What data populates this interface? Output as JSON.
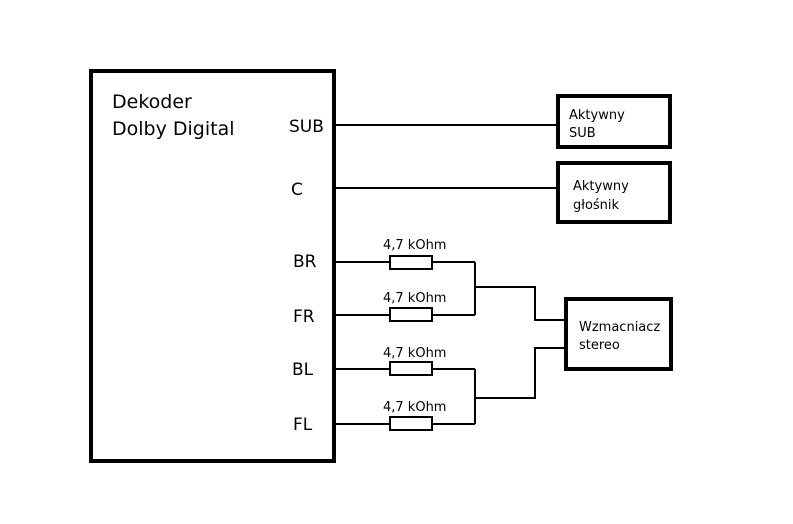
{
  "decoder": {
    "title_line1": "Dekoder",
    "title_line2": "Dolby Digital"
  },
  "ports": {
    "sub": "SUB",
    "c": "C",
    "br": "BR",
    "fr": "FR",
    "bl": "BL",
    "fl": "FL"
  },
  "resistors": {
    "br": "4,7 kOhm",
    "fr": "4,7 kOhm",
    "bl": "4,7 kOhm",
    "fl": "4,7 kOhm"
  },
  "active_sub": {
    "line1": "Aktywny",
    "line2": "SUB"
  },
  "active_speaker": {
    "line1": "Aktywny",
    "line2": "głośnik"
  },
  "amplifier": {
    "line1": "Wzmacniacz",
    "line2": "stereo"
  }
}
